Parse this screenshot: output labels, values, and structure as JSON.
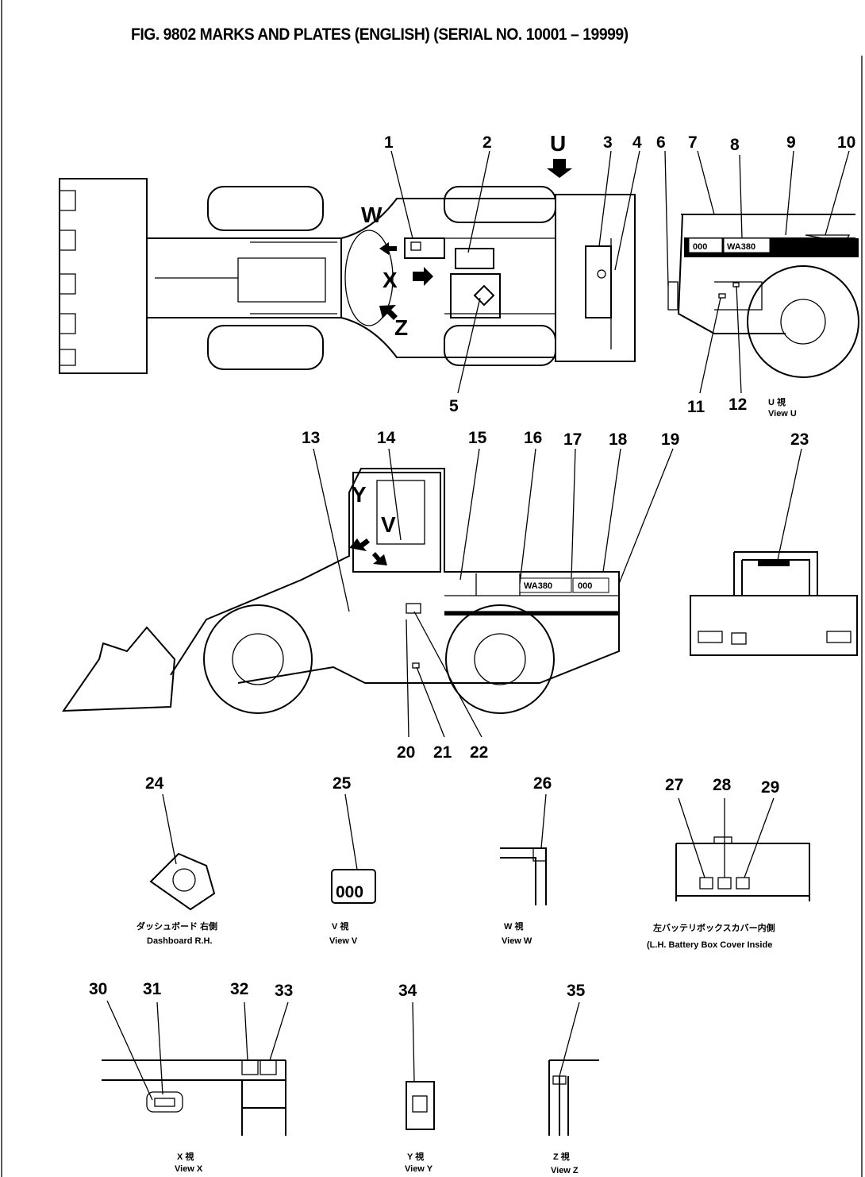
{
  "title": "FIG. 9802  MARKS AND PLATES (ENGLISH) (SERIAL NO. 10001 – 19999)",
  "callouts": [
    "1",
    "2",
    "3",
    "4",
    "5",
    "6",
    "7",
    "8",
    "9",
    "10",
    "11",
    "12",
    "13",
    "14",
    "15",
    "16",
    "17",
    "18",
    "19",
    "20",
    "21",
    "22",
    "23",
    "24",
    "25",
    "26",
    "27",
    "28",
    "29",
    "30",
    "31",
    "32",
    "33",
    "34",
    "35"
  ],
  "view_letters": {
    "U": "U",
    "W": "W",
    "X": "X",
    "Z": "Z",
    "Y": "Y",
    "V": "V"
  },
  "decals": {
    "model": "WA380",
    "ooo": "000"
  },
  "captions": {
    "view_u_jp": "U 視",
    "view_u": "View U",
    "dashboard_jp": "ダッシュボード 右側",
    "dashboard": "Dashboard  R.H.",
    "view_v_jp": "V 視",
    "view_v": "View V",
    "view_w_jp": "W 視",
    "view_w": "View W",
    "battery_jp": "左バッテリボックスカバー内側",
    "battery": "(L.H. Battery Box Cover Inside",
    "view_x_jp": "X 視",
    "view_x": "View X",
    "view_y_jp": "Y 視",
    "view_y": "View Y",
    "view_z_jp": "Z 視",
    "view_z": "View Z"
  }
}
